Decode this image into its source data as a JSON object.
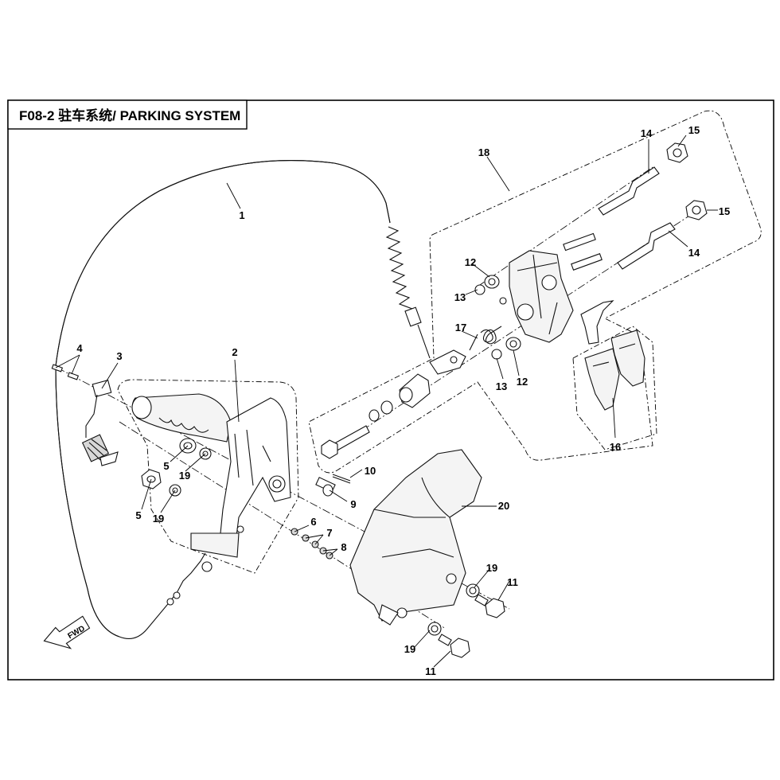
{
  "title": "F08-2 驻车系统/ PARKING SYSTEM",
  "fwd_label": "FWD",
  "callouts": [
    {
      "id": "c1",
      "label": "1"
    },
    {
      "id": "c2",
      "label": "2"
    },
    {
      "id": "c3",
      "label": "3"
    },
    {
      "id": "c4",
      "label": "4"
    },
    {
      "id": "c5a",
      "label": "5"
    },
    {
      "id": "c5b",
      "label": "5"
    },
    {
      "id": "c6",
      "label": "6"
    },
    {
      "id": "c7",
      "label": "7"
    },
    {
      "id": "c8",
      "label": "8"
    },
    {
      "id": "c9",
      "label": "9"
    },
    {
      "id": "c10",
      "label": "10"
    },
    {
      "id": "c11a",
      "label": "11"
    },
    {
      "id": "c11b",
      "label": "11"
    },
    {
      "id": "c12a",
      "label": "12"
    },
    {
      "id": "c12b",
      "label": "12"
    },
    {
      "id": "c13a",
      "label": "13"
    },
    {
      "id": "c13b",
      "label": "13"
    },
    {
      "id": "c14a",
      "label": "14"
    },
    {
      "id": "c14b",
      "label": "14"
    },
    {
      "id": "c15a",
      "label": "15"
    },
    {
      "id": "c15b",
      "label": "15"
    },
    {
      "id": "c16",
      "label": "16"
    },
    {
      "id": "c17",
      "label": "17"
    },
    {
      "id": "c18",
      "label": "18"
    },
    {
      "id": "c19a",
      "label": "19"
    },
    {
      "id": "c19b",
      "label": "19"
    },
    {
      "id": "c19c",
      "label": "19"
    },
    {
      "id": "c19d",
      "label": "19"
    },
    {
      "id": "c20",
      "label": "20"
    }
  ]
}
